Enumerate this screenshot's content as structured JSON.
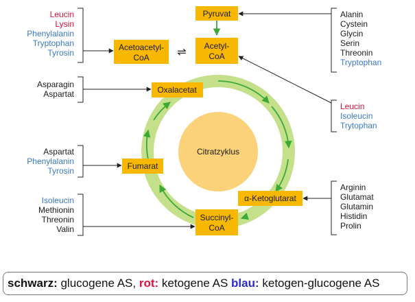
{
  "colors": {
    "box": "#f8b700",
    "ring": "#c5e08a",
    "ring_arrow": "#3aaa35",
    "center": "#fbd27a",
    "glucogenic": "#1a1a1a",
    "ketogenic": "#e0103a",
    "mixed": "#3a78c9"
  },
  "nodes": {
    "pyruvat": "Pyruvat",
    "acetyl_coa": [
      "Acetyl-",
      "CoA"
    ],
    "acetoacetyl_coa": [
      "Acetoacetyl-",
      "CoA"
    ],
    "oxalacetat": "Oxalacetat",
    "fumarat": "Fumarat",
    "ketoglutarat": "α-Ketoglutarat",
    "succinyl_coa": [
      "Succinyl-",
      "CoA"
    ],
    "center": "Citratzyklus",
    "equilibrium_symbol": "⇌"
  },
  "groups": {
    "acetoacetyl": [
      {
        "name": "Leucin",
        "type": "ketogenic"
      },
      {
        "name": "Lysin",
        "type": "ketogenic"
      },
      {
        "name": "Phenylalanin",
        "type": "mixed"
      },
      {
        "name": "Tryptophan",
        "type": "mixed"
      },
      {
        "name": "Tyrosin",
        "type": "mixed"
      }
    ],
    "pyruvat": [
      {
        "name": "Alanin",
        "type": "glucogenic"
      },
      {
        "name": "Cystein",
        "type": "glucogenic"
      },
      {
        "name": "Glycin",
        "type": "glucogenic"
      },
      {
        "name": "Serin",
        "type": "glucogenic"
      },
      {
        "name": "Threonin",
        "type": "glucogenic"
      },
      {
        "name": "Tryptophan",
        "type": "mixed"
      }
    ],
    "oxalacetat": [
      {
        "name": "Asparagin",
        "type": "glucogenic"
      },
      {
        "name": "Aspartat",
        "type": "glucogenic"
      }
    ],
    "acetyl": [
      {
        "name": "Leucin",
        "type": "ketogenic"
      },
      {
        "name": "Isoleucin",
        "type": "mixed"
      },
      {
        "name": "Trytophan",
        "type": "mixed"
      }
    ],
    "fumarat": [
      {
        "name": "Aspartat",
        "type": "glucogenic"
      },
      {
        "name": "Phenylalanin",
        "type": "mixed"
      },
      {
        "name": "Tyrosin",
        "type": "mixed"
      }
    ],
    "ketoglutarat": [
      {
        "name": "Arginin",
        "type": "glucogenic"
      },
      {
        "name": "Glutamat",
        "type": "glucogenic"
      },
      {
        "name": "Glutamin",
        "type": "glucogenic"
      },
      {
        "name": "Histidin",
        "type": "glucogenic"
      },
      {
        "name": "Prolin",
        "type": "glucogenic"
      }
    ],
    "succinyl": [
      {
        "name": "Isoleucin",
        "type": "mixed"
      },
      {
        "name": "Methionin",
        "type": "glucogenic"
      },
      {
        "name": "Threonin",
        "type": "glucogenic"
      },
      {
        "name": "Valin",
        "type": "glucogenic"
      }
    ]
  },
  "legend": {
    "black_key": "schwarz:",
    "black_text": " glucogene AS, ",
    "red_key": "rot:",
    "red_text": " ketogene AS ",
    "blue_key": "blau:",
    "blue_text": " ketogen-glucogene AS"
  }
}
